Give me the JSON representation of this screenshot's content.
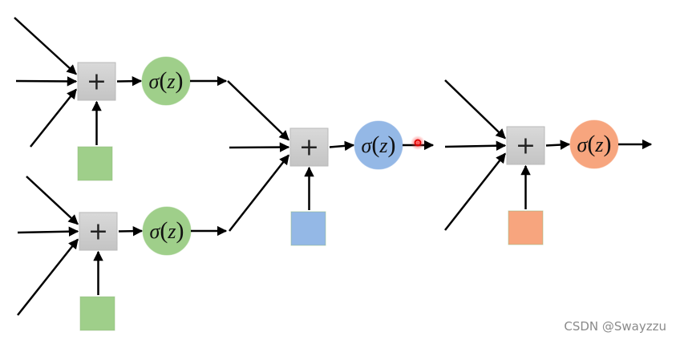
{
  "diagram": {
    "type": "neural-network-neurons",
    "sum_symbol": "+",
    "activation_label": {
      "sigma": "σ",
      "open": "(",
      "var": "z",
      "close": ")"
    },
    "neurons": [
      {
        "id": "neuron-1",
        "layer": 1,
        "color": "#9fcf8a",
        "bias_color": "#9fcf8a",
        "inputs": 3
      },
      {
        "id": "neuron-2",
        "layer": 1,
        "color": "#9fcf8a",
        "bias_color": "#9fcf8a",
        "inputs": 3
      },
      {
        "id": "neuron-3",
        "layer": 2,
        "color": "#94b8e6",
        "bias_color": "#94b8e6",
        "inputs": 3
      },
      {
        "id": "neuron-4",
        "layer": 3,
        "color": "#f7a57e",
        "bias_color": "#f7a57e",
        "inputs": 3
      }
    ],
    "cursor_marker_color": "#ff2a2a"
  },
  "watermark": "CSDN @Swayzzu"
}
